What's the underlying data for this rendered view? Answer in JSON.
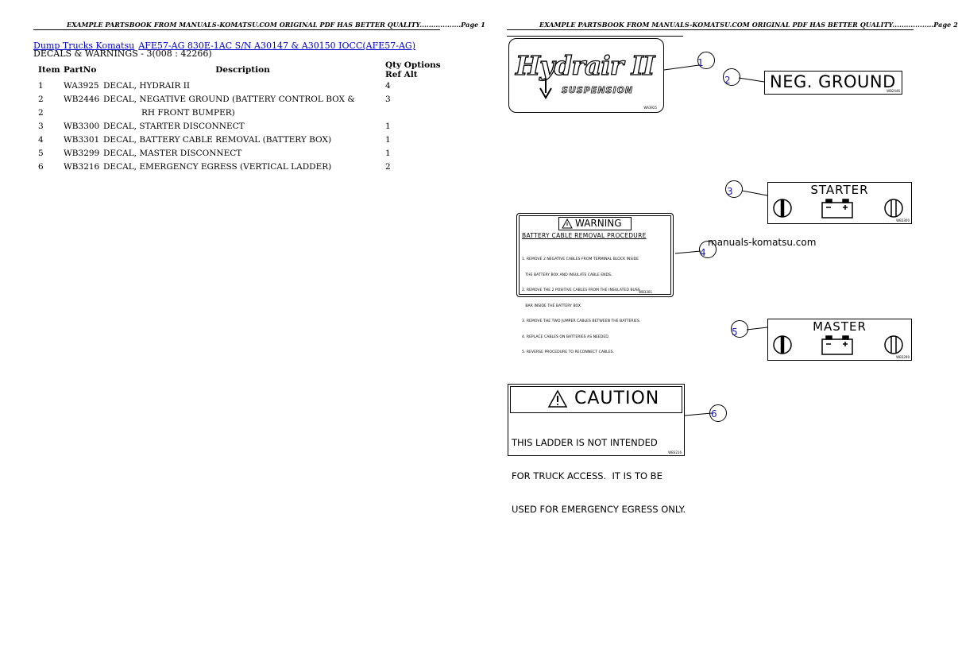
{
  "page1": {
    "header": "EXAMPLE PARTSBOOK FROM MANUALS-KOMATSU.COM ORIGINAL PDF HAS BETTER QUALITY..................Page 1",
    "breadcrumb": {
      "link1": "Dump Trucks Komatsu",
      "link2": "AFE57-AG 830E-1AC S/N A30147 & A30150 IOCC(AFE57-AG)"
    },
    "section_title": "DECALS & WARNINGS - 3(008 : 42266)",
    "columns": [
      "Item",
      "PartNo",
      "Description",
      "Qty",
      "Options",
      "Ref",
      "Alt"
    ],
    "rows": [
      {
        "item": "1",
        "part": "WA3925",
        "desc": "DECAL, HYDRAIR II",
        "qty": "4"
      },
      {
        "item": "2",
        "part": "WB2446",
        "desc": "DECAL, NEGATIVE GROUND (BATTERY CONTROL BOX &",
        "qty": "3"
      },
      {
        "item": "2",
        "part": "",
        "desc": "RH FRONT BUMPER)",
        "qty": ""
      },
      {
        "item": "3",
        "part": "WB3300",
        "desc": "DECAL, STARTER DISCONNECT",
        "qty": "1"
      },
      {
        "item": "4",
        "part": "WB3301",
        "desc": "DECAL, BATTERY CABLE REMOVAL (BATTERY BOX)",
        "qty": "1"
      },
      {
        "item": "5",
        "part": "WB3299",
        "desc": "DECAL, MASTER DISCONNECT",
        "qty": "1"
      },
      {
        "item": "6",
        "part": "WB3216",
        "desc": "DECAL, EMERGENCY EGRESS (VERTICAL LADDER)",
        "qty": "2"
      }
    ]
  },
  "page2": {
    "header": "EXAMPLE PARTSBOOK FROM MANUALS-KOMATSU.COM ORIGINAL PDF HAS BETTER QUALITY..................Page 2",
    "watermark": "manuals-komatsu.com",
    "callouts": [
      "1",
      "2",
      "3",
      "4",
      "5",
      "6"
    ],
    "decal1": {
      "logo": "Hydrair II",
      "sub": "SUSPENSION",
      "code": "WA3925"
    },
    "decal2": {
      "text": "NEG. GROUND",
      "code": "WB2446"
    },
    "decal3": {
      "title": "STARTER",
      "code": "WB3300"
    },
    "decal4": {
      "title": "WARNING",
      "subtitle": "BATTERY CABLE REMOVAL PROCEDURE",
      "lines": [
        "1. REMOVE 2 NEGATIVE CABLES FROM TERMINAL BLOCK INSIDE",
        "   THE BATTERY BOX AND INSULATE CABLE ENDS.",
        "2. REMOVE THE 2 POSITIVE CABLES FROM THE INSULATED BUSS",
        "   BAR INSIDE THE BATTERY BOX.",
        "3. REMOVE THE TWO JUMPER CABLES BETWEEN THE BATTERIES.",
        "4. REPLACE CABLES ON BATTERIES AS NEEDED.",
        "5. REVERSE PROCEDURE TO RECONNECT CABLES."
      ],
      "code": "WB3301"
    },
    "decal5": {
      "title": "MASTER",
      "code": "WB3299"
    },
    "decal6": {
      "title": "CAUTION",
      "lines": [
        "THIS LADDER IS NOT INTENDED",
        "FOR TRUCK ACCESS.  IT IS TO BE",
        "USED FOR EMERGENCY EGRESS ONLY."
      ],
      "code": "WB3216"
    }
  }
}
